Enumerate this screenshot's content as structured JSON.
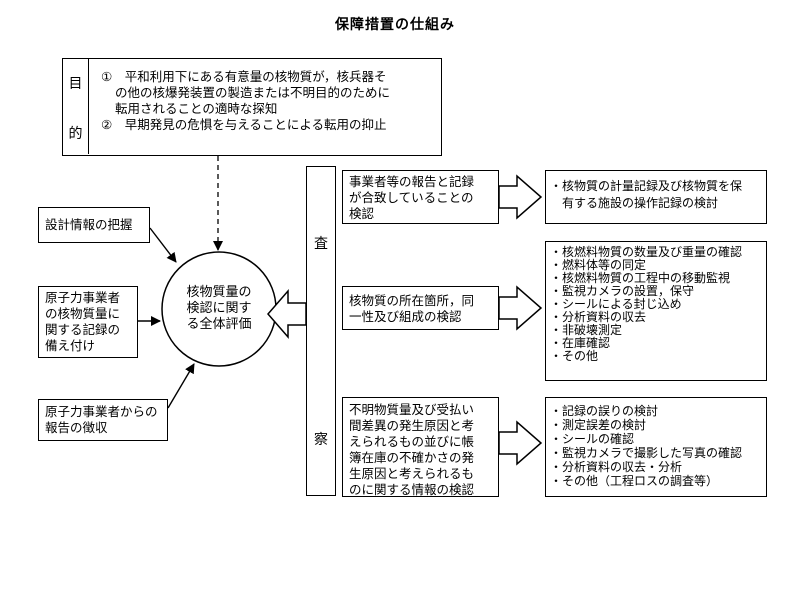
{
  "title": "保障措置の仕組み",
  "purpose": {
    "label_top": "目",
    "label_bottom": "的",
    "line1": "①　平和利用下にある有意量の核物質が，核兵器そ",
    "line2": "の他の核爆発装置の製造または不明目的のために",
    "line3": "転用されることの適時な探知",
    "line4": "②　早期発見の危惧を与えることによる転用の抑止"
  },
  "inputs": {
    "design": "設計情報の把握",
    "records_l1": "原子力事業者",
    "records_l2": "の核物質量に",
    "records_l3": "関する記録の",
    "records_l4": "備え付け",
    "reports_l1": "原子力事業者からの",
    "reports_l2": "報告の徴収"
  },
  "center": {
    "line1": "核物質量の",
    "line2": "検認に関す",
    "line3": "る全体評価"
  },
  "inspection": {
    "char1": "査",
    "char2": "察"
  },
  "checks": {
    "c1_l1": "事業者等の報告と記録",
    "c1_l2": "が合致していることの",
    "c1_l3": "検認",
    "c2_l1": "核物質の所在箇所，同",
    "c2_l2": "一性及び組成の検認",
    "c3_l1": "不明物質量及び受払い",
    "c3_l2": "間差異の発生原因と考",
    "c3_l3": "えられるもの並びに帳",
    "c3_l4": "簿在庫の不確かさの発",
    "c3_l5": "生原因と考えられるも",
    "c3_l6": "のに関する情報の検認"
  },
  "details": {
    "d1": [
      "核物質の計量記録及び核物質を保",
      "有する施設の操作記録の検討"
    ],
    "d2": [
      "核燃料物質の数量及び重量の確認",
      "燃料体等の同定",
      "核燃料物質の工程中の移動監視",
      "監視カメラの設置，保守",
      "シールによる封じ込め",
      "分析資料の収去",
      "非破壊測定",
      "在庫確認",
      "その他"
    ],
    "d3": [
      "記録の誤りの検討",
      "測定誤差の検討",
      "シールの確認",
      "監視カメラで撮影した写真の確認",
      "分析資料の収去・分析",
      "その他（工程ロスの調査等）"
    ]
  }
}
